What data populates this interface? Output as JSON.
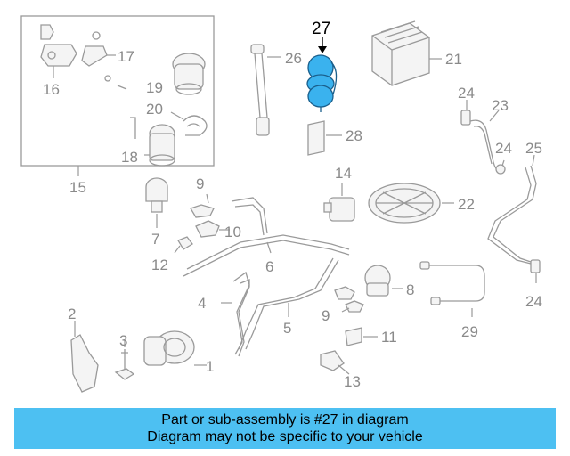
{
  "diagram": {
    "highlighted_part": "27",
    "highlight_color": "#3ab2ee",
    "callouts": [
      "1",
      "2",
      "3",
      "4",
      "5",
      "6",
      "7",
      "8",
      "9",
      "9",
      "10",
      "11",
      "12",
      "13",
      "14",
      "15",
      "16",
      "17",
      "18",
      "19",
      "20",
      "21",
      "22",
      "23",
      "24",
      "24",
      "24",
      "25",
      "26",
      "27",
      "28",
      "29"
    ]
  },
  "banner": {
    "line1": "Part or sub-assembly is #27 in diagram",
    "line2": "Diagram may not be specific to your vehicle",
    "background": "#4dc0f2"
  }
}
